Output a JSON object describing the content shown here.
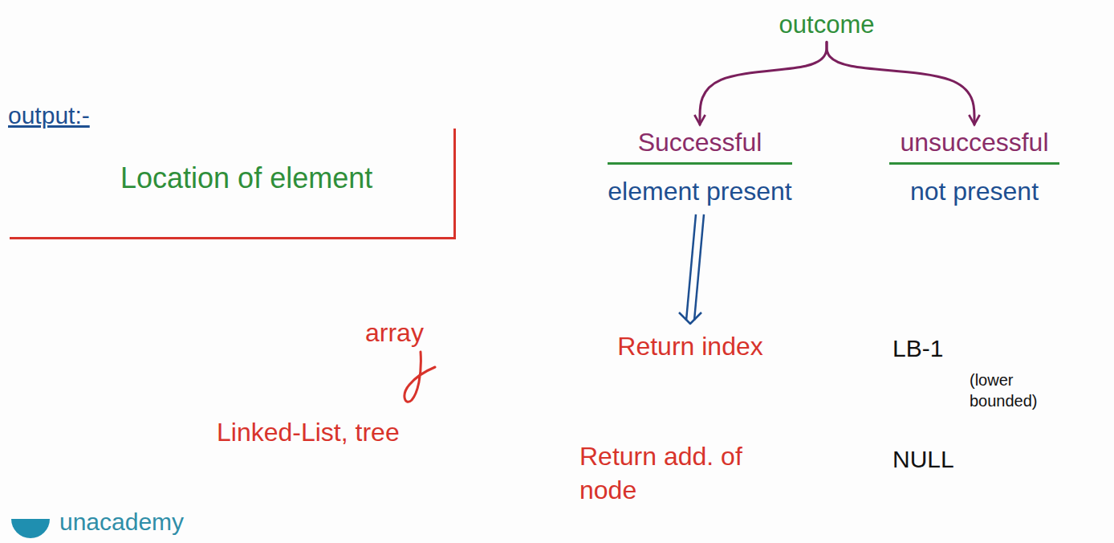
{
  "diagram": {
    "nodes": [
      {
        "text": [
          "outcome"
        ]
      },
      {
        "text": [
          "Successful",
          "element present"
        ]
      },
      {
        "text": [
          "unsuccessful",
          "not present"
        ]
      },
      {
        "text": [
          "Location of element"
        ]
      },
      {
        "text": [
          "Return index"
        ]
      }
    ],
    "edges": [
      {
        "from": 0,
        "to": 1,
        "arrow": "to"
      },
      {
        "from": 0,
        "to": 2,
        "arrow": "to"
      },
      {
        "from": 1,
        "to": 4,
        "arrow": "to"
      }
    ],
    "labels": [
      "output:-",
      "array",
      "LB-1",
      "(lower bounded)",
      "Linked-List, tree",
      "Return add. of node",
      "NULL",
      "unacademy"
    ]
  }
}
